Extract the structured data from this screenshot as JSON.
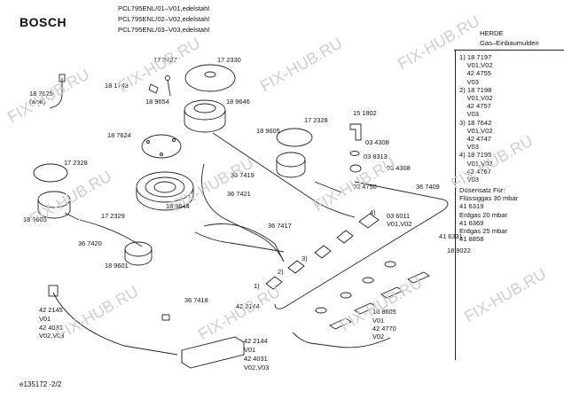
{
  "brand": "BOSCH",
  "models": [
    "PCL795ENL/01–V01,edelstahl",
    "PCL795ENL/02–V02,edelstahl",
    "PCL795ENL/03–V03,edelstahl"
  ],
  "category": [
    "HERDE",
    "Gas–Einbaumulden"
  ],
  "footer_id": "e135172 -2/2",
  "watermark": "FIX-HUB.RU",
  "annotations": {
    "burner_codes": "1) 18 7197\n    V01,V02\n    42 4755\n    V03\n2) 18 7198\n    V01,V02\n    42 4757\n    V03\n3) 18 7642\n    V01,V02\n    42 4747\n    V03\n4) 18 7195\n    V01,V02\n    42 4767\n    V03",
    "nozzle_set": "Düsensatz Für:\nFlüssiggas 30 mbar\n41 6319\nErdgas 20 mbar\n41 6369\nErdgas 25 mbar\n41 8858"
  },
  "labels": [
    "17 2427",
    "17 2330",
    "18 1743",
    "18 7625\n(wok)",
    "18 9654",
    "18 9646",
    "15 1802",
    "17 2328",
    "18 9605",
    "03 4308",
    "18 7624",
    "03 8313",
    "03 4308",
    "17 2328",
    "36 7419",
    "03 4750",
    "36 7409",
    "36 7421",
    "18 9644",
    "18 9605",
    "17 2329",
    "36 7417",
    "03 6011",
    "V01,V02",
    "36 7420",
    "41 6331",
    "18 9022",
    "18 9601",
    "36 7418",
    "42 2145",
    "V01",
    "42 4033",
    "V02,V03",
    "42 2144",
    "18 8605",
    "V01",
    "42 4770",
    "V02",
    "42 2144",
    "V01",
    "42 4031",
    "V02,V03",
    "1)",
    "2)",
    "3)",
    "4)"
  ]
}
